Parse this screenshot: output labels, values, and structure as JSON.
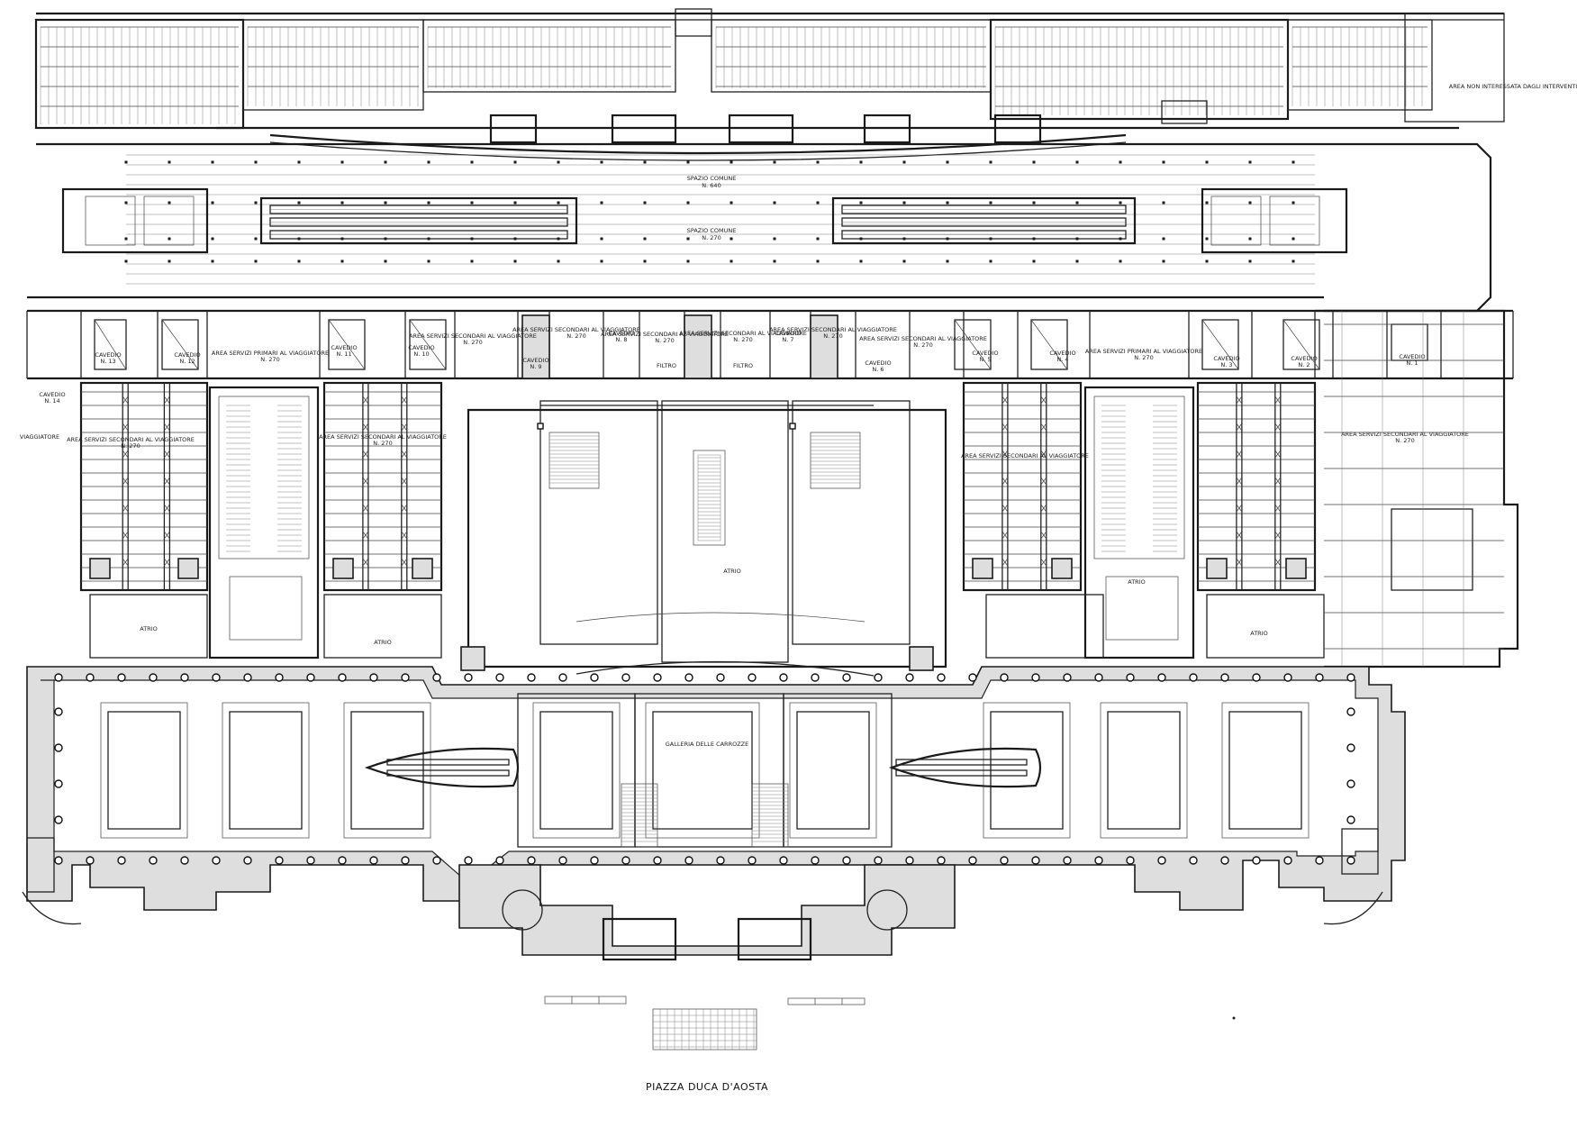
{
  "plan": {
    "title": "PIAZZA DUCA D'AOSTA",
    "labels": {
      "atrio": "ATRIO",
      "galleria": "GALLERIA DELLE CARROZZE",
      "cavedio": "CAVEDIO",
      "spazio_comune": "SPAZIO COMUNE",
      "spazio_quota": "N. 270",
      "spazio_quota_top": "N. 640",
      "area_primari": "AREA SERVIZI PRIMARI AL VIAGGIATORE",
      "area_secondari": "AREA SERVIZI SECONDARI AL VIAGGIATORE",
      "area_secondari_short": "AREA SERVIZI SECONDARI AL VIAGGIATORE",
      "quota": "N. 270",
      "filtro": "FILTRO",
      "viaggiatore": "VIAGGIATORE",
      "area_non": "AREA NON INTERESSATA DAGLI INTERVENTI",
      "cavedio_nums": [
        "N. 14",
        "N. 13",
        "N. 12",
        "N. 11",
        "N. 10",
        "N. 9",
        "N. 8",
        "N. 7",
        "N. 6",
        "N. 5",
        "N. 4",
        "N. 3",
        "N. 2",
        "N. 1"
      ]
    }
  }
}
